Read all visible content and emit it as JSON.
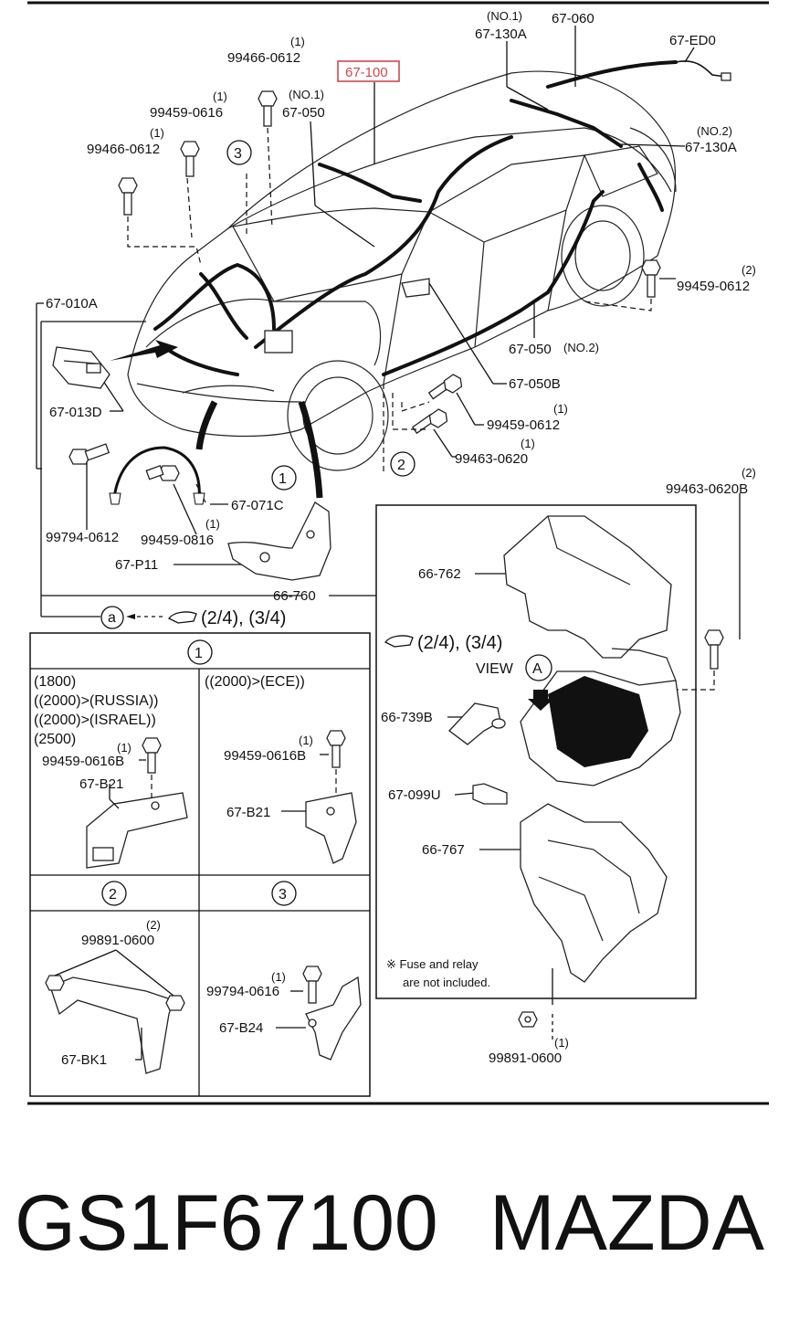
{
  "labels": {
    "l_67_060": "67-060",
    "l_no1_top": "(NO.1)",
    "l_67_130A_top": "67-130A",
    "l_67_ED0": "67-ED0",
    "l_67_100": "67-100",
    "l_99466_0612_top_q": "(1)",
    "l_99466_0612_top": "99466-0612",
    "l_no1_050": "(NO.1)",
    "l_67_050_top": "67-050",
    "l_99459_0616_top_q": "(1)",
    "l_99459_0616_top": "99459-0616",
    "l_99466_0612_left_q": "(1)",
    "l_99466_0612_left": "99466-0612",
    "l_no2_130": "(NO.2)",
    "l_67_130A_right": "67-130A",
    "l_99459_0612_right_q": "(2)",
    "l_99459_0612_right": "99459-0612",
    "l_67_010A": "67-010A",
    "l_67_050_no2": "67-050",
    "l_no2_050": "(NO.2)",
    "l_67_050B": "67-050B",
    "l_99459_0612_mid_q": "(1)",
    "l_99459_0612_mid": "99459-0612",
    "l_67_013D": "67-013D",
    "l_99463_0620_q": "(1)",
    "l_99463_0620": "99463-0620",
    "l_67_071C": "67-071C",
    "l_99463_0620B_q": "(2)",
    "l_99463_0620B": "99463-0620B",
    "l_99794_0612": "99794-0612",
    "l_99459_0816_q": "(1)",
    "l_99459_0816": "99459-0816",
    "l_67_P11": "67-P11",
    "l_66_760": "66-760",
    "l_66_762": "66-762",
    "l_a_ref": "(2/4), (3/4)",
    "l_box_ref": "(2/4), (3/4)",
    "l_view": "VIEW",
    "l_66_739B": "66-739B",
    "l_66_099U": "67-099U",
    "l_66_767": "66-767",
    "l_note1": "※ Fuse and relay",
    "l_note2": "are not included.",
    "l_99891_0600_bot_q": "(1)",
    "l_99891_0600_bot": "99891-0600",
    "p1_head": "1",
    "p1_left_1": "(1800)",
    "p1_left_2": "((2000)>(RUSSIA))",
    "p1_left_3": "((2000)>(ISRAEL))",
    "p1_left_4": "(2500)",
    "p1_left_bolt_q": "(1)",
    "p1_left_bolt": "99459-0616B",
    "p1_left_part": "67-B21",
    "p1_right_1": "((2000)>(ECE))",
    "p1_right_bolt_q": "(1)",
    "p1_right_bolt": "99459-0616B",
    "p1_right_part": "67-B21",
    "p2_head": "2",
    "p2_bolt_q": "(2)",
    "p2_bolt": "99891-0600",
    "p2_part": "67-BK1",
    "p3_head": "3",
    "p3_bolt_q": "(1)",
    "p3_bolt": "99794-0616",
    "p3_part": "67-B24",
    "c1": "1",
    "c2": "2",
    "c3": "3",
    "ca": "a",
    "cA": "A"
  },
  "footer": {
    "part_number": "GS1F67100",
    "brand": "MAZDA"
  },
  "colors": {
    "highlight": "#d2474f",
    "ink": "#111111"
  }
}
